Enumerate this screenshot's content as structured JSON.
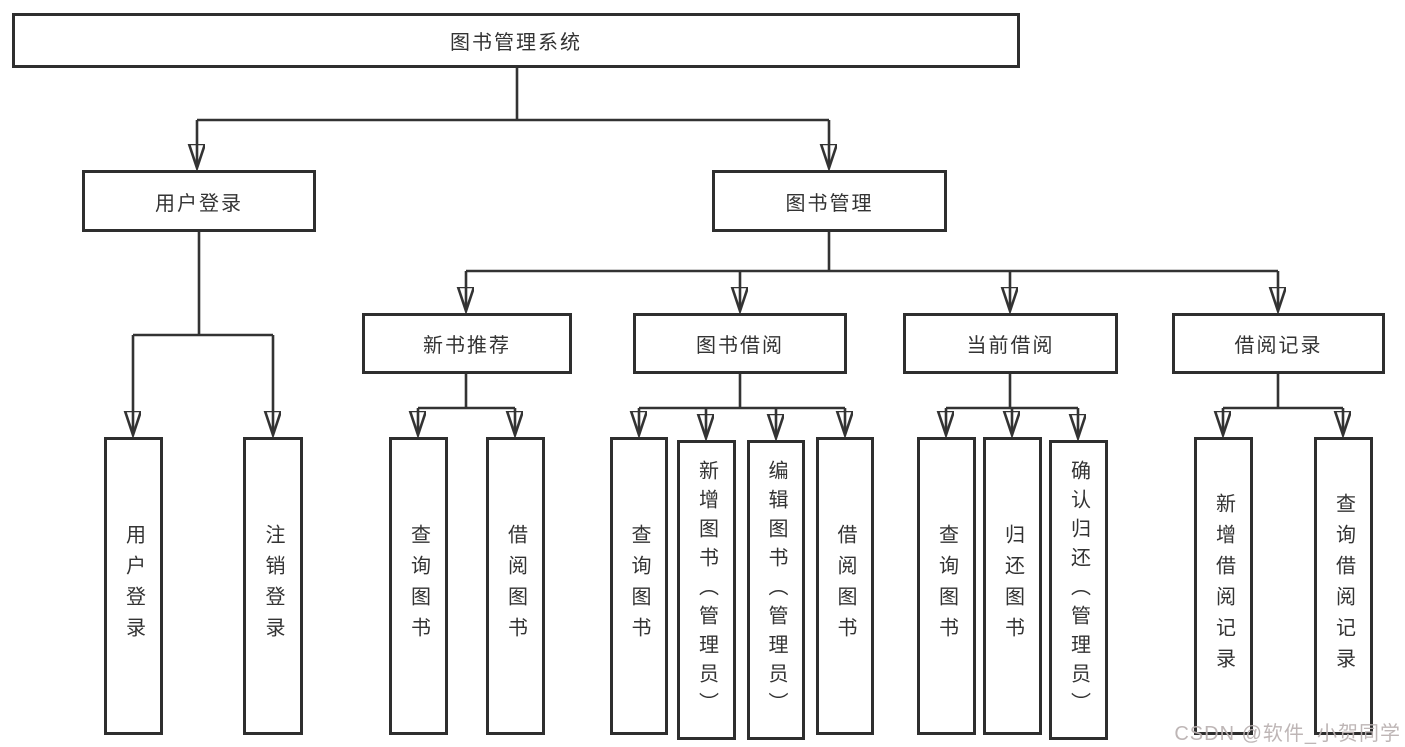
{
  "diagram": {
    "title": "图书管理系统",
    "branches": {
      "user_login": {
        "label": "用户登录",
        "children": {
          "login": "用户登录",
          "logout": "注销登录"
        }
      },
      "book_mgmt": {
        "label": "图书管理",
        "children": {
          "new_book": {
            "label": "新书推荐",
            "children": {
              "query": "查询图书",
              "borrow": "借阅图书"
            }
          },
          "book_borrow": {
            "label": "图书借阅",
            "children": {
              "query": "查询图书",
              "add": "新增图书（管理员）",
              "edit": "编辑图书（管理员）",
              "borrow": "借阅图书"
            }
          },
          "current_borrow": {
            "label": "当前借阅",
            "children": {
              "query": "查询图书",
              "return": "归还图书",
              "confirm": "确认归还（管理员）"
            }
          },
          "records": {
            "label": "借阅记录",
            "children": {
              "add": "新增借阅记录",
              "query": "查询借阅记录"
            }
          }
        }
      }
    }
  },
  "watermark": {
    "text": "CSDN @软件_小贺同学"
  },
  "colors": {
    "line": "#333333",
    "box_border": "#2e2e2e",
    "text": "#333333",
    "watermark": "#bab2b2",
    "background": "#ffffff"
  }
}
